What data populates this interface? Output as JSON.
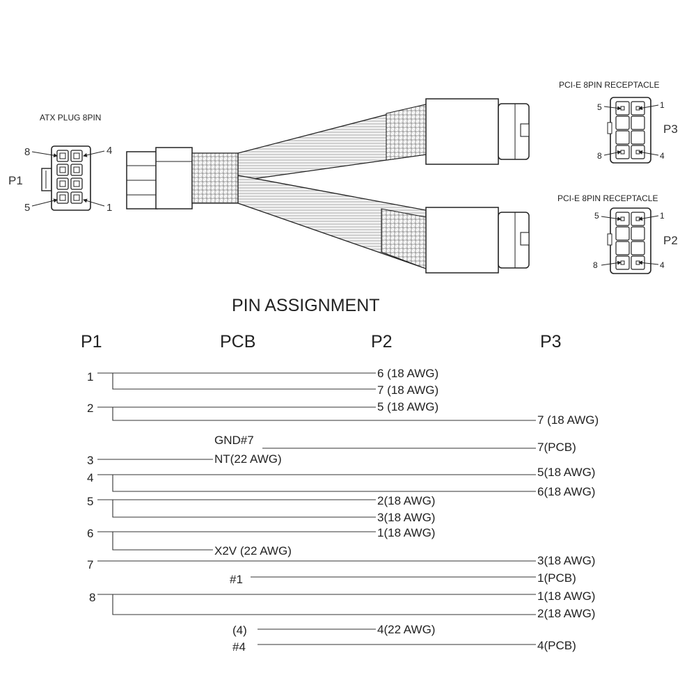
{
  "connectors": {
    "p1": {
      "title": "ATX PLUG 8PIN",
      "tag": "P1",
      "pins": {
        "top_left": "8",
        "top_right": "4",
        "bottom_left": "5",
        "bottom_right": "1"
      }
    },
    "p3": {
      "title": "PCI-E 8PIN RECEPTACLE",
      "tag": "P3",
      "pins": {
        "top_left": "5",
        "top_right": "1",
        "bottom_left": "8",
        "bottom_right": "4"
      }
    },
    "p2": {
      "title": "PCI-E 8PIN RECEPTACLE",
      "tag": "P2",
      "pins": {
        "top_left": "5",
        "top_right": "1",
        "bottom_left": "8",
        "bottom_right": "4"
      }
    }
  },
  "pin_assignment": {
    "title": "PIN ASSIGNMENT",
    "columns": [
      "P1",
      "PCB",
      "P2",
      "P3"
    ],
    "p1_pins": [
      "1",
      "2",
      "3",
      "4",
      "5",
      "6",
      "7",
      "8"
    ],
    "pcb_labels": [
      "GND#7",
      "NT(22 AWG)",
      "X2V (22 AWG)",
      "#1",
      "(4)",
      "#4"
    ],
    "p2_labels": [
      "6 (18 AWG)",
      "7 (18 AWG)",
      "5 (18 AWG)",
      "2(18 AWG)",
      "3(18 AWG)",
      "1(18 AWG)",
      "4(22 AWG)"
    ],
    "p3_labels": [
      "7 (18 AWG)",
      "7(PCB)",
      "5(18 AWG)",
      "6(18 AWG)",
      "3(18 AWG)",
      "1(PCB)",
      "1(18 AWG)",
      "2(18 AWG)",
      "4(PCB)"
    ]
  }
}
